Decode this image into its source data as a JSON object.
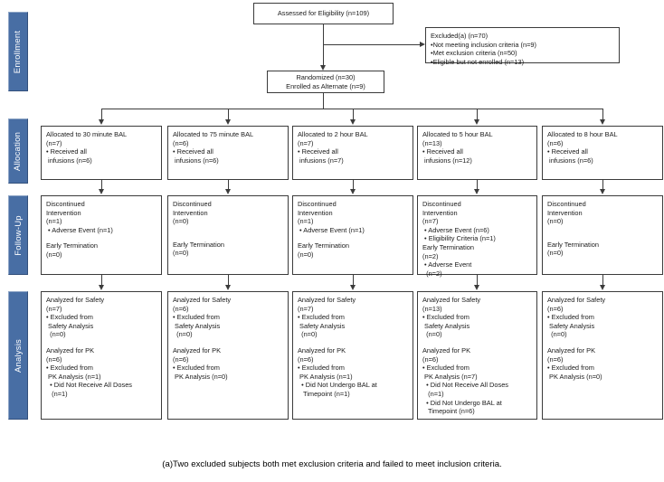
{
  "figure": {
    "type": "consort-flow-diagram",
    "footnote": "(a)Two excluded subjects both met exclusion criteria and failed to meet inclusion criteria."
  },
  "phases": [
    {
      "id": "enrollment",
      "label": "Enrollment"
    },
    {
      "id": "allocation",
      "label": "Allocation"
    },
    {
      "id": "followup",
      "label": "Follow-Up"
    },
    {
      "id": "analysis",
      "label": "Analysis"
    }
  ],
  "enrollment": {
    "assessed": {
      "lines": [
        "Assessed for Eligibility (n=109)"
      ]
    },
    "excluded": {
      "lines": [
        "Excluded(a) (n=70)",
        "•Not meeting inclusion criteria (n=9)",
        "•Met exclusion criteria (n=50)",
        "•Eligible but not enrolled (n=13)"
      ]
    },
    "randomized": {
      "lines": [
        "Randomized (n=30)",
        "Enrolled as Alternate (n=9)"
      ]
    }
  },
  "columns": [
    {
      "id": "bal-30-minute",
      "allocation": {
        "lines": [
          "Allocated to 30 minute BAL",
          "(n=7)",
          "• Received all",
          " infusions (n=6)"
        ]
      },
      "followup": {
        "lines": [
          "Discontinued",
          "Intervention",
          "(n=1)",
          " • Adverse Event (n=1)",
          "",
          "Early Termination",
          "(n=0)"
        ]
      },
      "analysis": {
        "lines": [
          "Analyzed for Safety",
          "(n=7)",
          "• Excluded from",
          " Safety Analysis",
          "  (n=0)",
          "",
          "Analyzed for PK",
          "(n=6)",
          "• Excluded from",
          " PK Analysis (n=1)",
          "  • Did Not Receive All Doses",
          "   (n=1)"
        ]
      }
    },
    {
      "id": "bal-75-minute",
      "allocation": {
        "lines": [
          "Allocated to 75 minute BAL",
          "(n=6)",
          "• Received all",
          " infusions (n=6)"
        ]
      },
      "followup": {
        "lines": [
          "Discontinued",
          "Intervention",
          "(n=0)",
          "",
          "",
          "Early Termination",
          "(n=0)"
        ]
      },
      "analysis": {
        "lines": [
          "Analyzed for Safety",
          "(n=6)",
          "• Excluded from",
          " Safety Analysis",
          "  (n=0)",
          "",
          "Analyzed for PK",
          "(n=6)",
          "• Excluded from",
          " PK Analysis (n=0)"
        ]
      }
    },
    {
      "id": "bal-2-hour",
      "allocation": {
        "lines": [
          "Allocated to 2 hour BAL",
          "(n=7)",
          "• Received all",
          " infusions (n=7)"
        ]
      },
      "followup": {
        "lines": [
          "Discontinued",
          "Intervention",
          "(n=1)",
          " • Adverse Event (n=1)",
          "",
          "Early Termination",
          "(n=0)"
        ]
      },
      "analysis": {
        "lines": [
          "Analyzed for Safety",
          "(n=7)",
          "• Excluded from",
          " Safety Analysis",
          "  (n=0)",
          "",
          "Analyzed for PK",
          "(n=6)",
          "• Excluded from",
          " PK Analysis (n=1)",
          "  • Did Not Undergo BAL at",
          "   Timepoint (n=1)"
        ]
      }
    },
    {
      "id": "bal-5-hour",
      "allocation": {
        "lines": [
          "Allocated to 5 hour BAL",
          "(n=13)",
          "• Received all",
          " infusions (n=12)"
        ]
      },
      "followup": {
        "lines": [
          "Discontinued",
          "Intervention",
          "(n=7)",
          " • Adverse Event (n=6)",
          " • Eligibility Criteria (n=1)",
          "Early Termination",
          "(n=2)",
          " • Adverse Event",
          "  (n=2)"
        ]
      },
      "analysis": {
        "lines": [
          "Analyzed for Safety",
          "(n=13)",
          "• Excluded from",
          " Safety Analysis",
          "  (n=0)",
          "",
          "Analyzed for PK",
          "(n=6)",
          "• Excluded from",
          " PK Analysis (n=7)",
          "  • Did Not Receive All Doses",
          "   (n=1)",
          "  • Did Not Undergo BAL at",
          "   Timepoint (n=6)"
        ]
      }
    },
    {
      "id": "bal-8-hour",
      "allocation": {
        "lines": [
          "Allocated to 8 hour BAL",
          "(n=6)",
          "• Received all",
          " infusions (n=6)"
        ]
      },
      "followup": {
        "lines": [
          "Discontinued",
          "Intervention",
          "(n=0)",
          "",
          "",
          "Early Termination",
          "(n=0)"
        ]
      },
      "analysis": {
        "lines": [
          "Analyzed for Safety",
          "(n=6)",
          "• Excluded from",
          " Safety Analysis",
          "  (n=0)",
          "",
          "Analyzed for PK",
          "(n=6)",
          "• Excluded from",
          " PK Analysis (n=0)"
        ]
      }
    }
  ],
  "colors": {
    "phase_bar": "#486ea4",
    "phase_bar_text": "#ffffff",
    "box_border": "#3b3b3b",
    "connector": "#3b3b3b",
    "background": "#ffffff"
  }
}
